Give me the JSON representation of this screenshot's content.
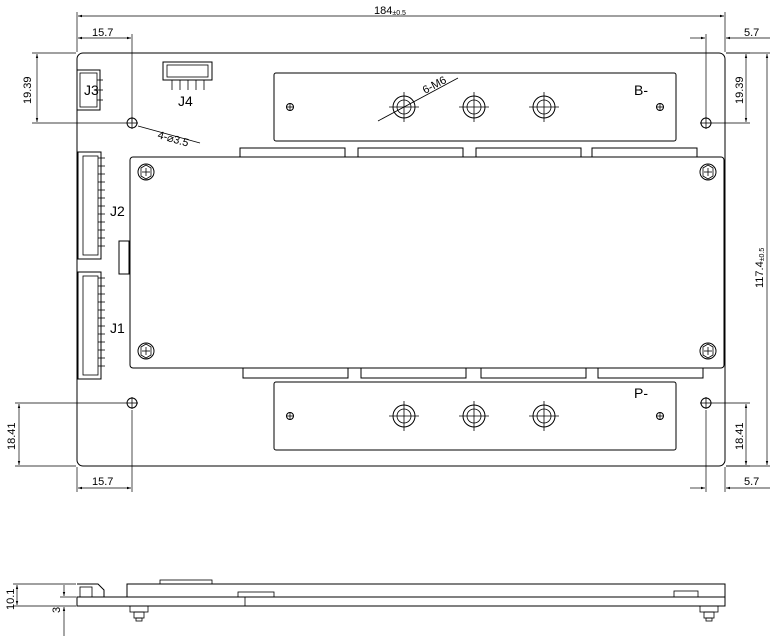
{
  "dimensions": {
    "overall_width": "184",
    "overall_width_tol": "±0.5",
    "overall_height": "117.4",
    "overall_height_tol": "±0.5",
    "left_offset_top": "15.7",
    "left_offset_bottom": "15.7",
    "right_offset_top": "5.7",
    "right_offset_bottom": "5.7",
    "top_hole_left": "19.39",
    "top_hole_right": "19.39",
    "bottom_hole_left": "18.41",
    "bottom_hole_right": "18.41",
    "side_height": "10.1",
    "side_small": "3"
  },
  "callouts": {
    "holes": "4-⌀3.5",
    "studs": "6-M6"
  },
  "labels": {
    "j1": "J1",
    "j2": "J2",
    "j3": "J3",
    "j4": "J4",
    "b_minus": "B-",
    "p_minus": "P-"
  }
}
